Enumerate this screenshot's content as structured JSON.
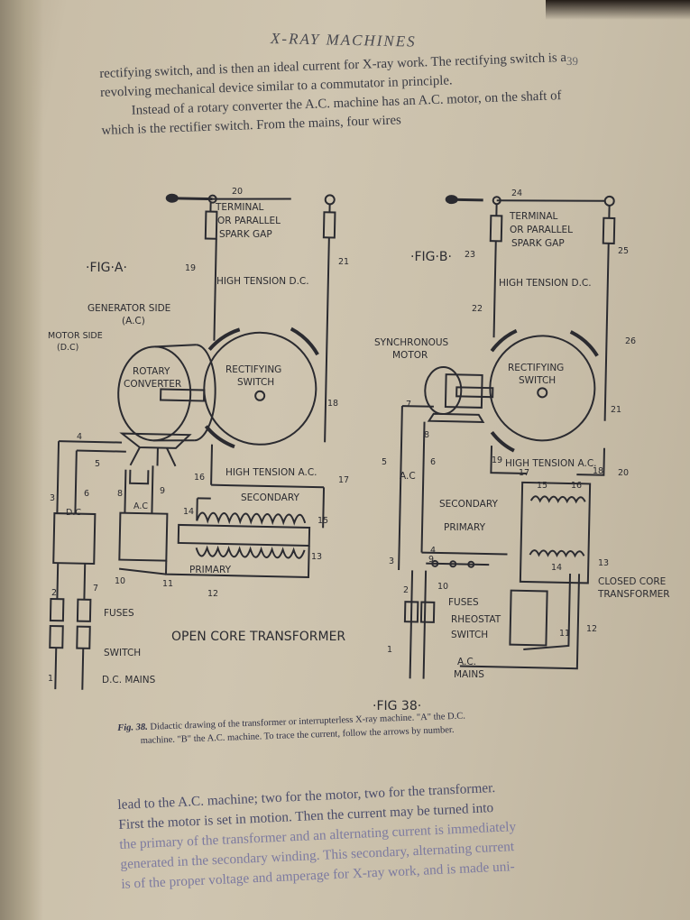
{
  "header": {
    "running_head": "X-RAY MACHINES",
    "page_number": "39"
  },
  "paragraph_1": {
    "line_1": "rectifying switch, and is then an ideal current for X-ray work. The rectifying switch is a revolving mechanical device similar to a commutator in principle.",
    "line_2": "Instead of a rotary converter the A.C. machine has an A.C. motor, on the shaft of which is the rectifier switch. From the mains, four wires"
  },
  "figure": {
    "fig_a": {
      "title": "·FIG·A·",
      "labels": {
        "terminal": "TERMINAL",
        "or_parallel": "OR PARALLEL",
        "spark_gap": "SPARK GAP",
        "high_tension_dc": "HIGH TENSION D.C.",
        "generator_side": "GENERATOR SIDE",
        "ac_paren": "(A.C)",
        "motor_side": "MOTOR SIDE",
        "dc_paren": "(D.C)",
        "rotary": "ROTARY",
        "converter": "CONVERTER",
        "rectifying": "RECTIFYING",
        "switch": "SWITCH",
        "high_tension_ac": "HIGH TENSION A.C.",
        "secondary": "SECONDARY",
        "dc_box": "D.C",
        "ac_box": "A.C",
        "primary": "PRIMARY",
        "fuses": "FUSES",
        "switch_lower": "SWITCH",
        "dc_mains": "D.C. MAINS",
        "open_core_transformer": "OPEN CORE TRANSFORMER"
      },
      "numbers": {
        "n1": "1",
        "n2": "2",
        "n3": "3",
        "n4": "4",
        "n5": "5",
        "n6": "6",
        "n7": "7",
        "n8": "8",
        "n9": "9",
        "n10": "10",
        "n11": "11",
        "n12": "12",
        "n13": "13",
        "n14": "14",
        "n15": "15",
        "n16": "16",
        "n17": "17",
        "n18": "18",
        "n19": "19",
        "n20": "20",
        "n21": "21"
      }
    },
    "fig_b": {
      "title": "·FIG·B·",
      "labels": {
        "terminal": "TERMINAL",
        "or_parallel": "OR PARALLEL",
        "spark_gap": "SPARK GAP",
        "high_tension_dc": "HIGH TENSION D.C.",
        "synchronous": "SYNCHRONOUS",
        "motor": "MOTOR",
        "rectifying": "RECTIFYING",
        "switch": "SWITCH",
        "high_tension_ac": "HIGH TENSION A.C.",
        "secondary": "SECONDARY",
        "primary": "PRIMARY",
        "closed_core": "CLOSED CORE",
        "transformer": "TRANSFORMER",
        "ac_wire": "A.C",
        "fuses": "FUSES",
        "rheostat": "RHEOSTAT",
        "switch_lower": "SWITCH",
        "ac_mains_1": "A.C.",
        "ac_mains_2": "MAINS"
      },
      "numbers": {
        "n1": "1",
        "n2": "2",
        "n3": "3",
        "n4": "4",
        "n5": "5",
        "n6": "6",
        "n7": "7",
        "n8": "8",
        "n9": "9",
        "n10": "10",
        "n11": "11",
        "n12": "12",
        "n13": "13",
        "n14": "14",
        "n15": "15",
        "n16": "16",
        "n17": "17",
        "n18": "18",
        "n19": "19",
        "n20": "20",
        "n21": "21",
        "n22": "22",
        "n23": "23",
        "n24": "24",
        "n25": "25",
        "n26": "26"
      }
    },
    "fig_38": "·FIG 38·"
  },
  "caption": {
    "fig_id": "Fig. 38.",
    "line_1": "Didactic drawing of the transformer or interrupterless X-ray machine. \"A\" the D.C.",
    "line_2": "machine. \"B\" the A.C. machine. To trace the current, follow the arrows by number."
  },
  "paragraph_2": {
    "line_1": "lead to the A.C. machine; two for the motor, two for the transformer.",
    "line_2": "First the motor is set in motion. Then the current may be turned into",
    "line_3": "the primary of the transformer and an alternating current is immediately",
    "line_4": "generated in the secondary winding. This secondary, alternating current",
    "line_5": "is of the proper voltage and amperage for X-ray work, and is made uni-"
  },
  "colors": {
    "paper": "#cfc5b0",
    "ink": "#2b2b30",
    "text": "#3a3b44"
  }
}
